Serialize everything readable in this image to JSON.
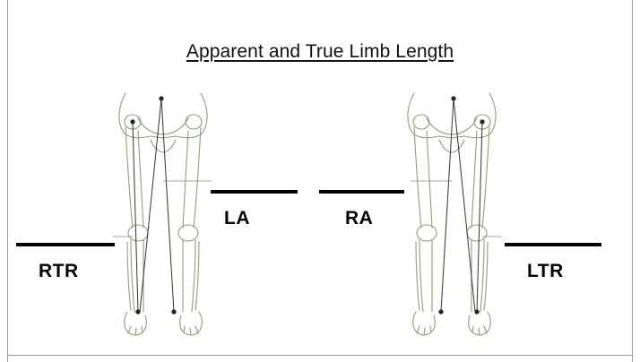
{
  "title": "Apparent and True Limb Length",
  "labels": {
    "la": "LA",
    "ra": "RA",
    "rtr": "RTR",
    "ltr": "LTR"
  },
  "icons": [
    "lower-limb-skeleton-left-figure",
    "lower-limb-skeleton-right-figure"
  ],
  "colors": {
    "bone_outline": "#8aa07a",
    "measure_line": "#000000",
    "frame": "#9a9a9a"
  }
}
